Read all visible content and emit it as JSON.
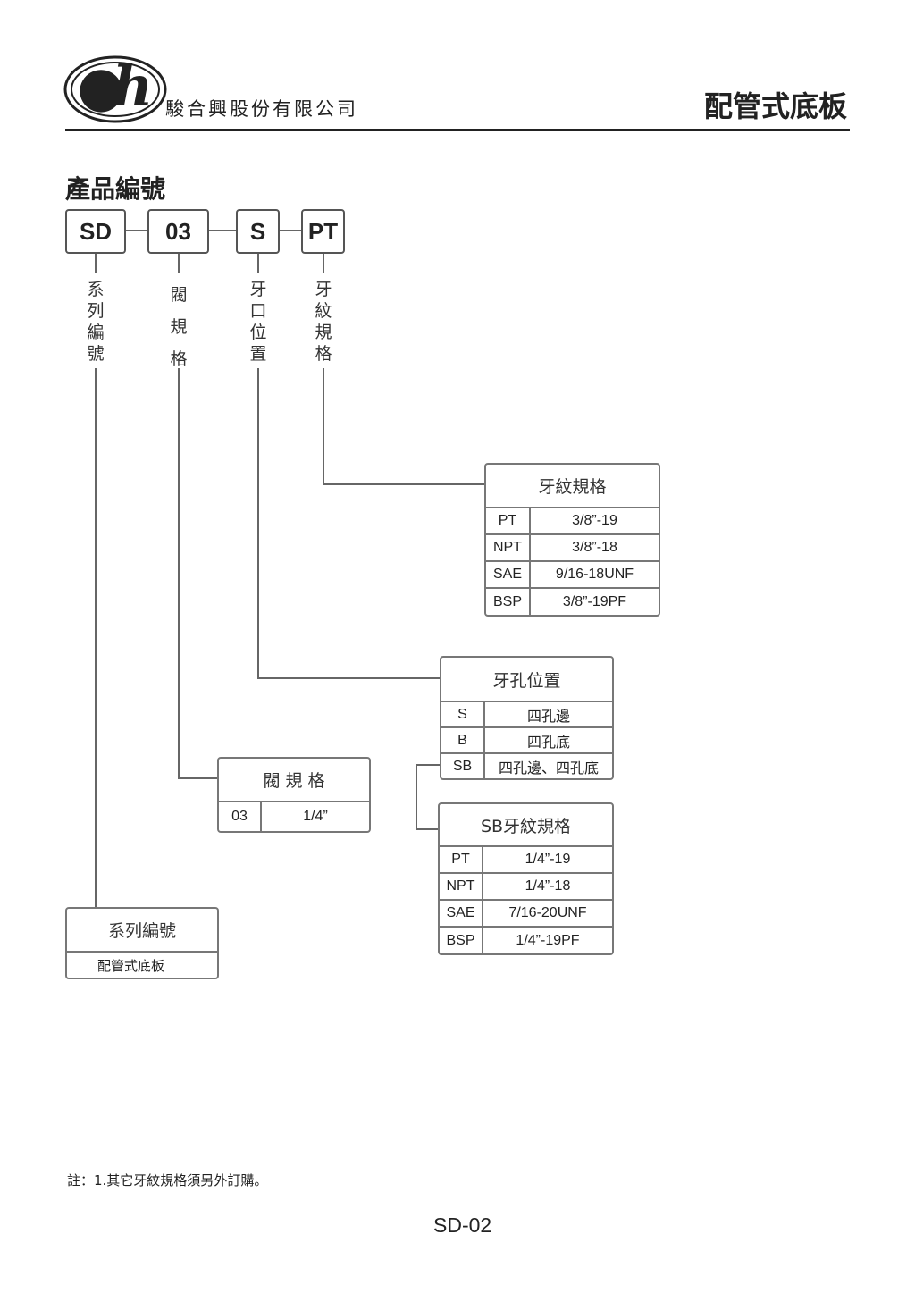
{
  "header": {
    "company": "駿合興股份有限公司",
    "title": "配管式底板",
    "logo_text": "h"
  },
  "section_title": "產品編號",
  "codes": [
    "SD",
    "03",
    "S",
    "PT"
  ],
  "code_labels": [
    "系列編號",
    "閥規格",
    "牙口位置",
    "牙紋規格"
  ],
  "thread_spec": {
    "title": "牙紋規格",
    "rows": [
      [
        "PT",
        "3/8”-19"
      ],
      [
        "NPT",
        "3/8”-18"
      ],
      [
        "SAE",
        "9/16-18UNF"
      ],
      [
        "BSP",
        "3/8”-19PF"
      ]
    ]
  },
  "port_position": {
    "title": "牙孔位置",
    "rows": [
      [
        "S",
        "四孔邊"
      ],
      [
        "B",
        "四孔底"
      ],
      [
        "SB",
        "四孔邊、四孔底"
      ]
    ]
  },
  "valve_spec": {
    "title": "閥 規 格",
    "rows": [
      [
        "03",
        "1/4”"
      ]
    ]
  },
  "sb_thread_spec": {
    "title": "SB牙紋規格",
    "rows": [
      [
        "PT",
        "1/4”-19"
      ],
      [
        "NPT",
        "1/4”-18"
      ],
      [
        "SAE",
        "7/16-20UNF"
      ],
      [
        "BSP",
        "1/4”-19PF"
      ]
    ]
  },
  "series": {
    "title": "系列編號",
    "value": "配管式底板"
  },
  "note": "註：1.其它牙紋規格須另外訂購。",
  "page_number": "SD-02"
}
